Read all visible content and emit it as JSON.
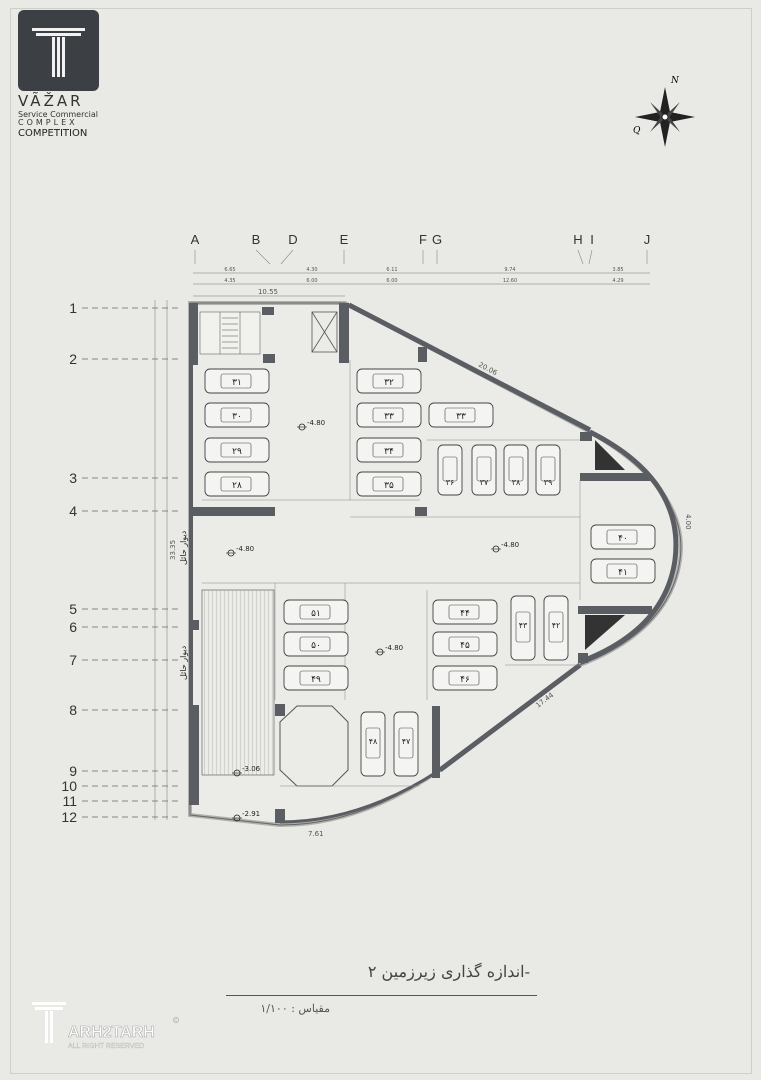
{
  "brand": {
    "logo_letter": "T",
    "name": "VÃŽAR",
    "line1": "Service Commercial",
    "line2": "COMPLEX",
    "line3": "COMPETITION"
  },
  "compass": {
    "north": "N",
    "qibla": "Q"
  },
  "grid": {
    "columns": [
      "A",
      "B",
      "D",
      "E",
      "F",
      "G",
      "H",
      "I",
      "J"
    ],
    "rows": [
      "1",
      "2",
      "3",
      "4",
      "5",
      "6",
      "7",
      "8",
      "9",
      "10",
      "11",
      "12"
    ]
  },
  "dimensions": {
    "top_row1": [
      "6.65",
      "4.30",
      "6.11",
      "9.74",
      "3.85"
    ],
    "top_row2": [
      "4.35",
      "6.00",
      "6.00",
      "12.60",
      "4.29"
    ],
    "top_overall": "10.55",
    "left_overall": "33.35",
    "diag_top": "20.06",
    "diag_bottom": "17.44",
    "bottom": "7.61",
    "right": "4.00"
  },
  "levels": {
    "main_a": "-4.80",
    "main_b": "-4.80",
    "main_c": "-4.80",
    "main_d": "-4.80",
    "ramp_a": "-3.06",
    "ramp_b": "-2.91"
  },
  "wall_label_a": "دیوار حائل",
  "wall_label_b": "دیوار حائل",
  "parking": {
    "col_left": [
      "۳۱",
      "۳۰",
      "۲۹",
      "۲۸"
    ],
    "col_mid": [
      "۳۲",
      "۳۳",
      "۳۴",
      "۳۵"
    ],
    "p33": "۳۳",
    "vertical_row": [
      "۳۶",
      "۳۷",
      "۳۸",
      "۳۹"
    ],
    "right_pair": [
      "۴۰",
      "۴۱"
    ],
    "bottom_left": [
      "۵۱",
      "۵۰",
      "۴۹"
    ],
    "bottom_mid": [
      "۴۴",
      "۴۵",
      "۴۶"
    ],
    "bottom_vertical": [
      "۴۳",
      "۴۲"
    ],
    "lower_vertical": [
      "۴۸",
      "۴۷"
    ]
  },
  "title": "اندازه گذاری زیرزمین ۲-",
  "scale": "مقیاس : ۱/۱۰۰",
  "footer": {
    "name": "ARH2TARH",
    "rights": "ALL RIGHT RESERVED",
    "mark": "©"
  }
}
